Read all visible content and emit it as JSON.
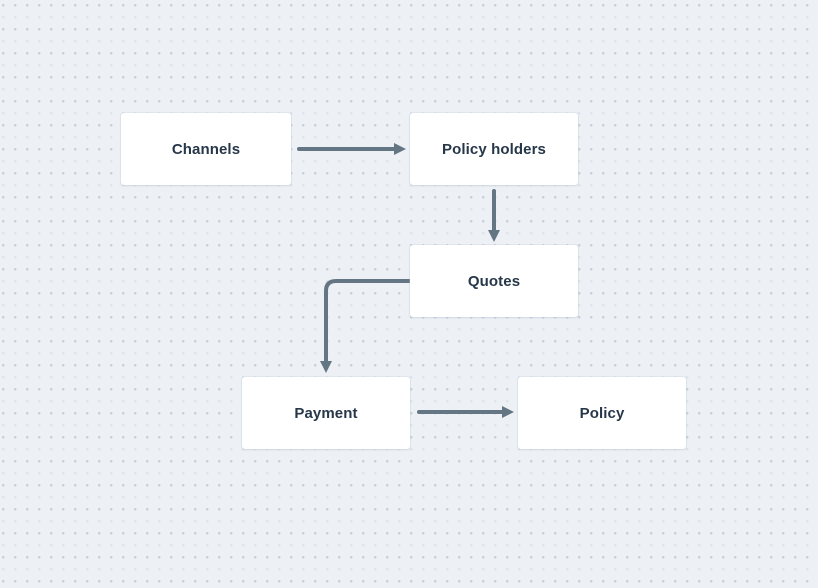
{
  "diagram": {
    "nodes": [
      {
        "id": "channels",
        "label": "Channels"
      },
      {
        "id": "policy-holders",
        "label": "Policy holders"
      },
      {
        "id": "quotes",
        "label": "Quotes"
      },
      {
        "id": "payment",
        "label": "Payment"
      },
      {
        "id": "policy",
        "label": "Policy"
      }
    ],
    "edges": [
      {
        "from": "Channels",
        "to": "Policy holders",
        "shape": "straight-right"
      },
      {
        "from": "Policy holders",
        "to": "Quotes",
        "shape": "straight-down"
      },
      {
        "from": "Quotes",
        "to": "Payment",
        "shape": "elbow-left-down"
      },
      {
        "from": "Payment",
        "to": "Policy",
        "shape": "straight-right"
      }
    ]
  },
  "colors": {
    "canvas_bg": "#edf1f5",
    "dot_minor": "#dde3ec",
    "dot_major": "#c7cfdc",
    "node_bg": "#ffffff",
    "node_text": "#263749",
    "connector": "#647584"
  }
}
